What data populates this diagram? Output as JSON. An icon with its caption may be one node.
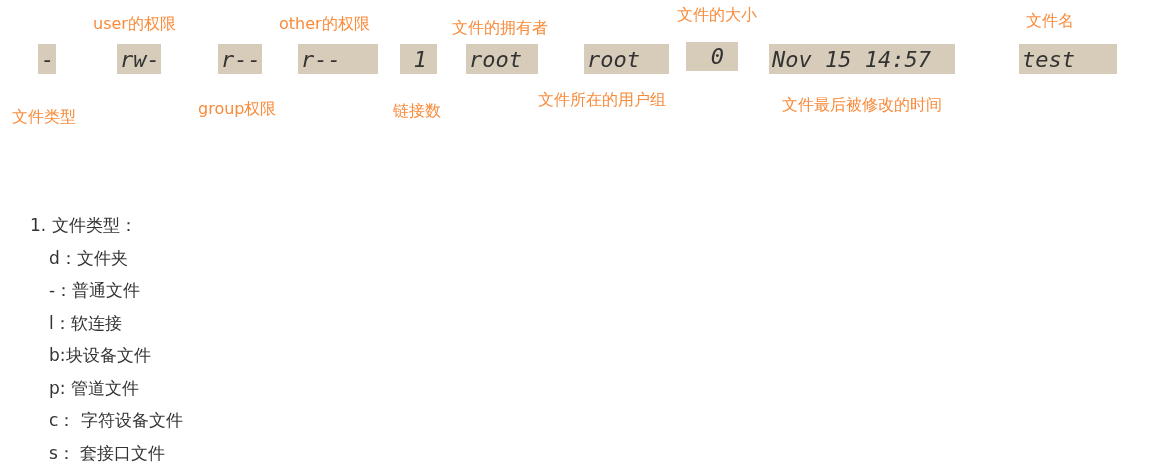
{
  "diagram": {
    "nodes": [
      {
        "text": [
          "-"
        ],
        "beside": [
          "文件类型"
        ]
      },
      {
        "text": [
          "rw-"
        ],
        "beside": [
          "user的权限"
        ]
      },
      {
        "text": [
          "r--"
        ],
        "beside": [
          "group权限"
        ]
      },
      {
        "text": [
          "r--"
        ],
        "beside": [
          "other的权限"
        ]
      },
      {
        "text": [
          "1"
        ],
        "beside": [
          "链接数"
        ]
      },
      {
        "text": [
          "root"
        ],
        "beside": [
          "文件的拥有者"
        ]
      },
      {
        "text": [
          "root"
        ],
        "beside": [
          "文件所在的用户组"
        ]
      },
      {
        "text": [
          "0"
        ],
        "beside": [
          "文件的大小"
        ]
      },
      {
        "text": [
          "Nov 15 14:57"
        ],
        "beside": [
          "文件最后被修改的时间"
        ]
      },
      {
        "text": [
          "test"
        ],
        "beside": [
          "文件名"
        ]
      }
    ],
    "labels": [
      "1. 文件类型：",
      "d：文件夹",
      "-：普通文件",
      "l：软连接",
      "b:块设备文件",
      "p: 管道文件",
      "c： 字符设备文件",
      "s： 套接口文件"
    ]
  }
}
